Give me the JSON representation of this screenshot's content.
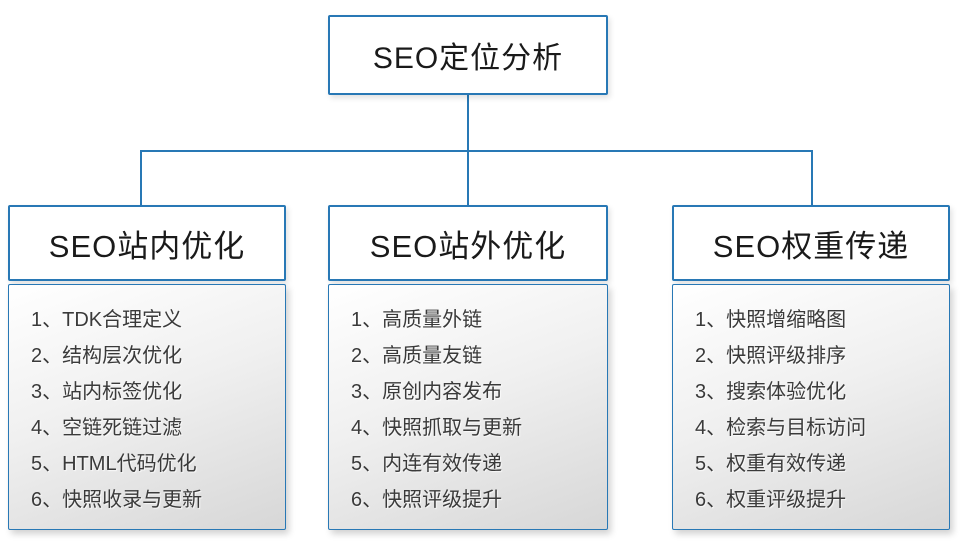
{
  "diagram": {
    "accent_color": "#2878b5",
    "root": {
      "title": "SEO定位分析"
    },
    "columns": [
      {
        "title": "SEO站内优化",
        "items": [
          "1、TDK合理定义",
          "2、结构层次优化",
          "3、站内标签优化",
          "4、空链死链过滤",
          "5、HTML代码优化",
          "6、快照收录与更新"
        ]
      },
      {
        "title": "SEO站外优化",
        "items": [
          "1、高质量外链",
          "2、高质量友链",
          "3、原创内容发布",
          "4、快照抓取与更新",
          "5、内连有效传递",
          "6、快照评级提升"
        ]
      },
      {
        "title": "SEO权重传递",
        "items": [
          "1、快照增缩略图",
          "2、快照评级排序",
          "3、搜索体验优化",
          "4、检索与目标访问",
          "5、权重有效传递",
          "6、权重评级提升"
        ]
      }
    ]
  }
}
